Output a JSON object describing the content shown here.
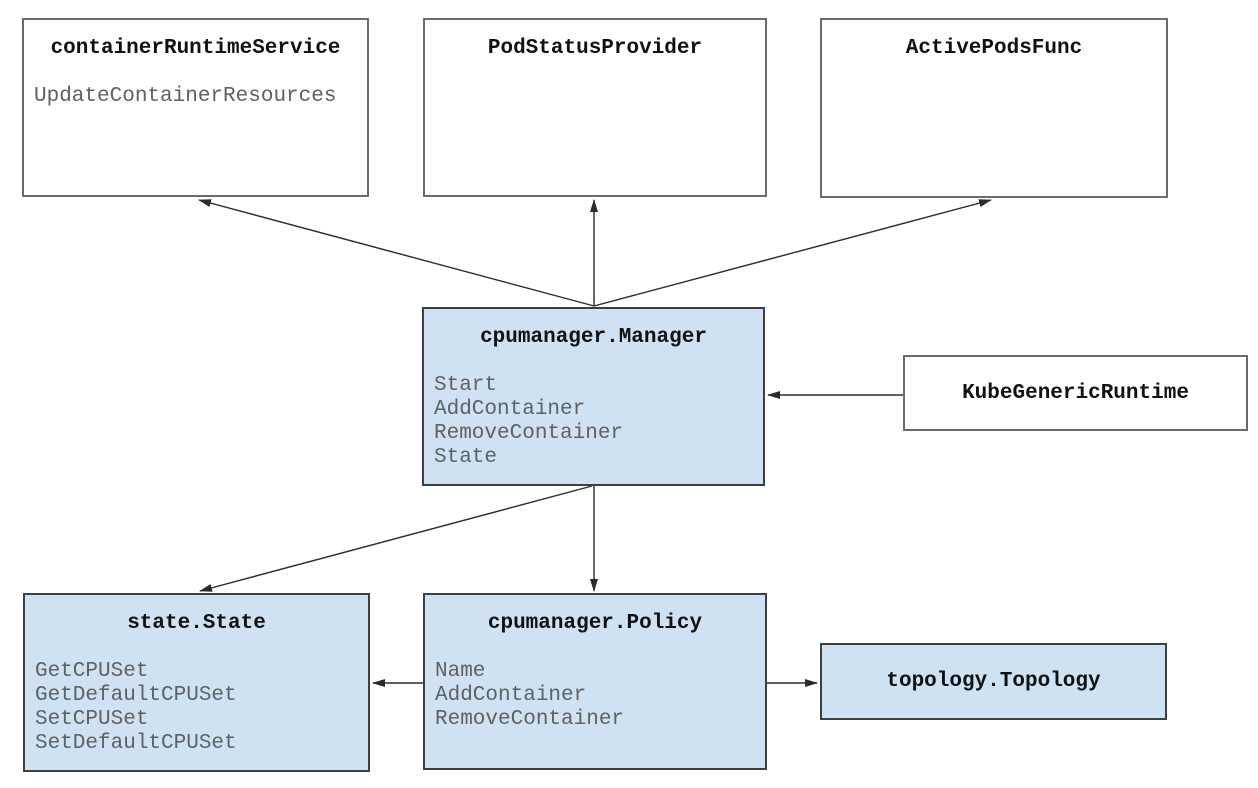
{
  "diagram": {
    "description": "CPU Manager architecture diagram",
    "colors": {
      "node_fill_blue": "#cfe2f3",
      "node_fill_white": "#ffffff",
      "node_border_white_box": "#6b6b6b",
      "node_border_blue_box": "#3f3f3f",
      "arrow_color": "#2b2b2b",
      "title_text": "#111111",
      "method_text": "#606060"
    },
    "nodes": [
      {
        "title": "containerRuntimeService",
        "fill": "white",
        "methods": [
          "UpdateContainerResources"
        ]
      },
      {
        "title": "PodStatusProvider",
        "fill": "white",
        "methods": []
      },
      {
        "title": "ActivePodsFunc",
        "fill": "white",
        "methods": []
      },
      {
        "title": "cpumanager.Manager",
        "fill": "blue",
        "methods": [
          "Start",
          "AddContainer",
          "RemoveContainer",
          "State"
        ]
      },
      {
        "title": "KubeGenericRuntime",
        "fill": "white",
        "methods": []
      },
      {
        "title": "state.State",
        "fill": "blue",
        "methods": [
          "GetCPUSet",
          "GetDefaultCPUSet",
          "SetCPUSet",
          "SetDefaultCPUSet"
        ]
      },
      {
        "title": "cpumanager.Policy",
        "fill": "blue",
        "methods": [
          "Name",
          "AddContainer",
          "RemoveContainer"
        ]
      },
      {
        "title": "topology.Topology",
        "fill": "blue",
        "methods": []
      }
    ],
    "edges": [
      {
        "from": "cpumanager.Manager",
        "to": "containerRuntimeService"
      },
      {
        "from": "cpumanager.Manager",
        "to": "PodStatusProvider"
      },
      {
        "from": "cpumanager.Manager",
        "to": "ActivePodsFunc"
      },
      {
        "from": "KubeGenericRuntime",
        "to": "cpumanager.Manager"
      },
      {
        "from": "cpumanager.Manager",
        "to": "state.State"
      },
      {
        "from": "cpumanager.Manager",
        "to": "cpumanager.Policy"
      },
      {
        "from": "cpumanager.Policy",
        "to": "state.State"
      },
      {
        "from": "cpumanager.Policy",
        "to": "topology.Topology"
      }
    ]
  }
}
